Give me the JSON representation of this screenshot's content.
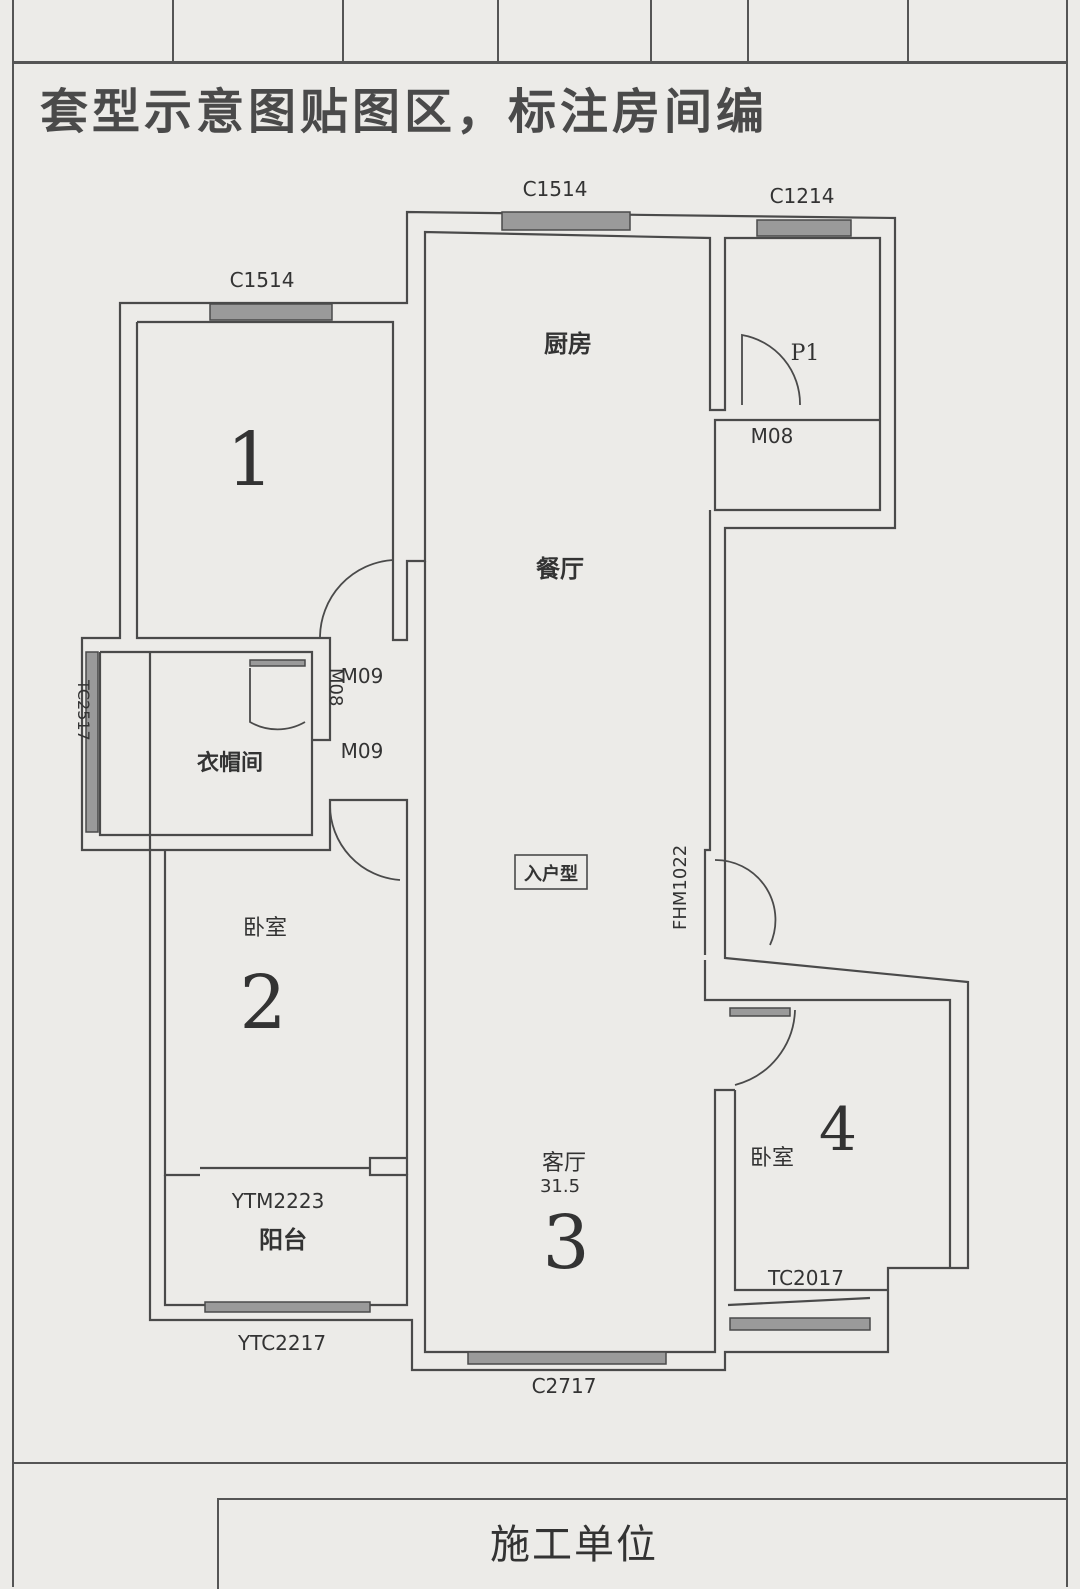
{
  "page": {
    "title": "套型示意图贴图区，标注房间编",
    "footer": "施工单位"
  },
  "rooms": {
    "room1_number": "1",
    "kitchen": "厨房",
    "bath_code": "P1",
    "dining": "餐厅",
    "closet": "衣帽间",
    "entry": "入户型",
    "bedroom2_label": "卧室",
    "room2_number": "2",
    "balcony_code": "YTM2223",
    "balcony": "阳台",
    "living": "客厅",
    "living_area": "31.5",
    "room3_number": "3",
    "bedroom4_label": "卧室",
    "room4_number": "4"
  },
  "openings": {
    "win_room1": "C1514",
    "win_kitchen": "C1514",
    "win_bath": "C1214",
    "door_bath": "M08",
    "door_m09_a": "M09",
    "door_m09_b": "M09",
    "door_m08_v": "M08",
    "win_closet": "TC2517",
    "entry_door": "FHM1022",
    "win_balcony": "YTC2217",
    "win_living": "C2717",
    "win_room4": "TC2017"
  },
  "colors": {
    "paper": "#ecebe8",
    "wall": "#4a4a4a",
    "window_fill": "#9a9a9a"
  }
}
